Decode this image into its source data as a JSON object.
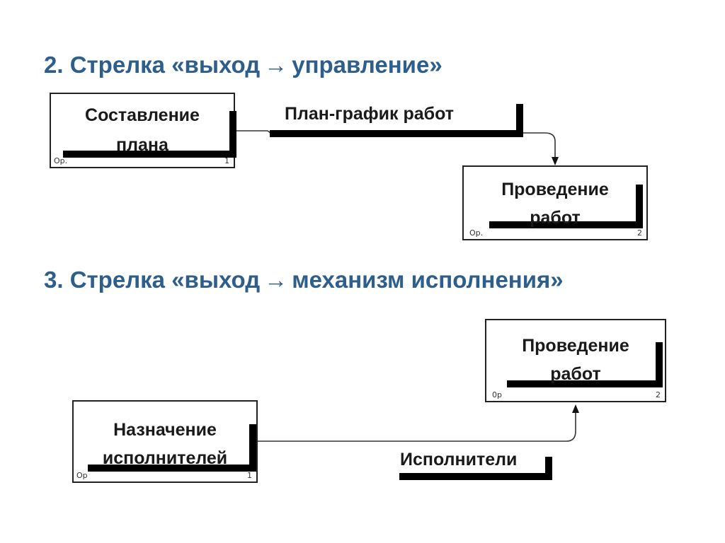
{
  "section2": {
    "heading_prefix": "2. Стрелка «выход",
    "heading_arrow": "→",
    "heading_suffix": "управление»",
    "box_source": {
      "label_line1": "Составление",
      "label_line2": "плана",
      "op_label": "Op.",
      "number": "1"
    },
    "box_target": {
      "label_line1": "Проведение",
      "label_line2": "работ",
      "op_label": "Op.",
      "number": "2"
    },
    "arrow_label": "План-график работ"
  },
  "section3": {
    "heading_prefix": "3. Стрелка «выход",
    "heading_arrow": "→",
    "heading_suffix": "механизм исполнения»",
    "box_source": {
      "label_line1": "Назначение",
      "label_line2": "исполнителей",
      "op_label": "Op",
      "number": "1"
    },
    "box_target": {
      "label_line1": "Проведение",
      "label_line2": "работ",
      "op_label": "0p",
      "number": "2"
    },
    "arrow_label": "Исполнители"
  },
  "colors": {
    "heading": "#2e5e8c",
    "box_border": "#222222",
    "bar": "#000000",
    "text": "#1a1a1a"
  }
}
